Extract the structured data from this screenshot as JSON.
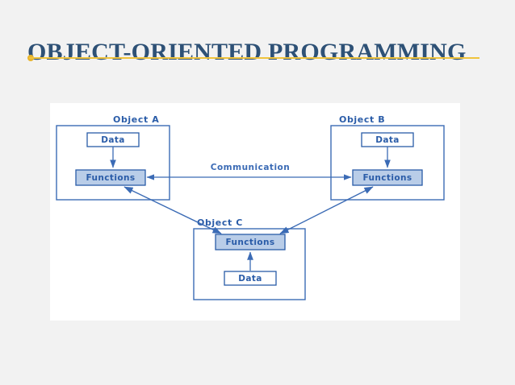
{
  "slide": {
    "title": "OBJECT-ORIENTED PROGRAMMING",
    "accent_color": "#f0c33c",
    "title_color": "#2e5176",
    "background_color": "#f2f2f2"
  },
  "figure": {
    "name": "object-communication-diagram",
    "background_color": "#ffffff",
    "line_color": "#3b6bb5",
    "fill_color": "#b9cde8",
    "objects": [
      {
        "id": "object-a",
        "label": "Object  A",
        "data_label": "Data",
        "functions_label": "Functions"
      },
      {
        "id": "object-b",
        "label": "Object  B",
        "data_label": "Data",
        "functions_label": "Functions"
      },
      {
        "id": "object-c",
        "label": "Object   C",
        "data_label": "Data",
        "functions_label": "Functions"
      }
    ],
    "communication_label": "Communication"
  }
}
